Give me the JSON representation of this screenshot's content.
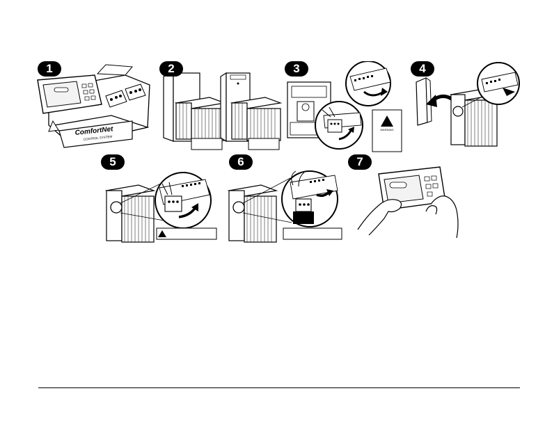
{
  "steps": [
    {
      "number": "1"
    },
    {
      "number": "2"
    },
    {
      "number": "3"
    },
    {
      "number": "4"
    },
    {
      "number": "5"
    },
    {
      "number": "6"
    },
    {
      "number": "7"
    }
  ],
  "box_brand": "ComfortNet",
  "box_subbrand": "CONTROL SYSTEM",
  "warning_label": "WARNING",
  "colors": {
    "ink": "#000000",
    "paper": "#ffffff",
    "shade": "#e6e6e6"
  }
}
